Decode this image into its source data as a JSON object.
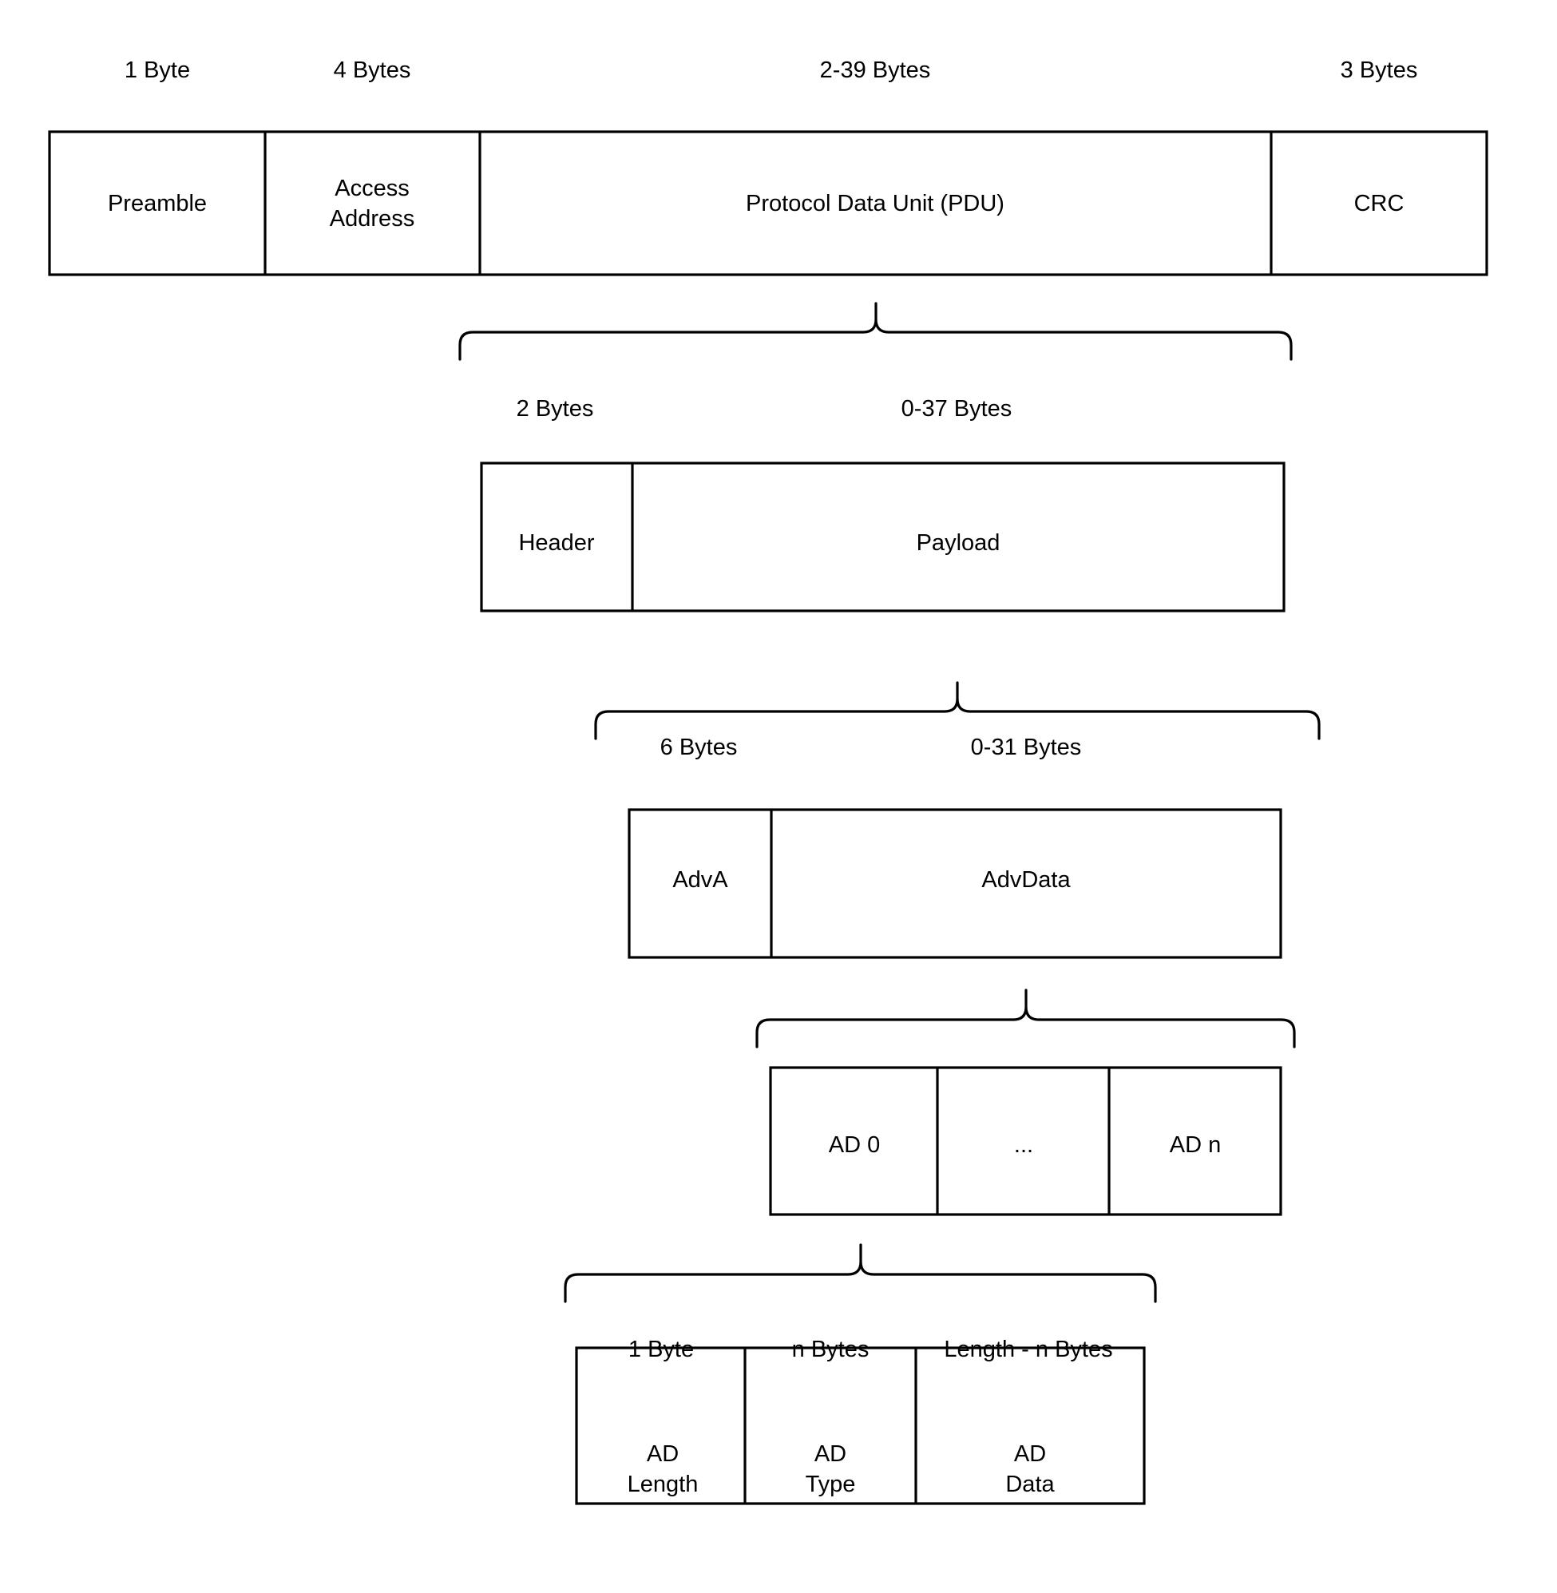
{
  "diagram": {
    "title": "Bluetooth Low Energy advertising packet structure",
    "stroke_color": "#000000",
    "fill_color": "#ffffff",
    "rows": [
      {
        "name": "link-layer-packet",
        "sizes": [
          "1 Byte",
          "4 Bytes",
          "2-39 Bytes",
          "3 Bytes"
        ],
        "fields": [
          "Preamble",
          "Access\nAddress",
          "Protocol Data Unit (PDU)",
          "CRC"
        ]
      },
      {
        "name": "pdu",
        "sizes": [
          "2 Bytes",
          "0-37 Bytes"
        ],
        "fields": [
          "Header",
          "Payload"
        ]
      },
      {
        "name": "payload",
        "sizes": [
          "6 Bytes",
          "0-31 Bytes"
        ],
        "fields": [
          "AdvA",
          "AdvData"
        ]
      },
      {
        "name": "advdata",
        "sizes": [],
        "fields": [
          "AD 0",
          "...",
          "AD n"
        ]
      },
      {
        "name": "ad-structure",
        "sizes": [
          "1 Byte",
          "n Bytes",
          "Length - n Bytes"
        ],
        "fields": [
          "AD\nLength",
          "AD\nType",
          "AD\nData"
        ]
      }
    ],
    "labels": {
      "r1_s1": "1 Byte",
      "r1_s2": "4 Bytes",
      "r1_s3": "2-39 Bytes",
      "r1_s4": "3 Bytes",
      "r1_f1": "Preamble",
      "r1_f2": "Access\nAddress",
      "r1_f3": "Protocol Data Unit (PDU)",
      "r1_f4": "CRC",
      "r2_s1": "2 Bytes",
      "r2_s2": "0-37 Bytes",
      "r2_f1": "Header",
      "r2_f2": "Payload",
      "r3_s1": "6 Bytes",
      "r3_s2": "0-31 Bytes",
      "r3_f1": "AdvA",
      "r3_f2": "AdvData",
      "r4_f1": "AD 0",
      "r4_f2": "...",
      "r4_f3": "AD n",
      "r5_s1": "1 Byte",
      "r5_s2": "n Bytes",
      "r5_s3": "Length - n Bytes",
      "r5_f1": "AD\nLength",
      "r5_f2": "AD\nType",
      "r5_f3": "AD\nData"
    }
  }
}
